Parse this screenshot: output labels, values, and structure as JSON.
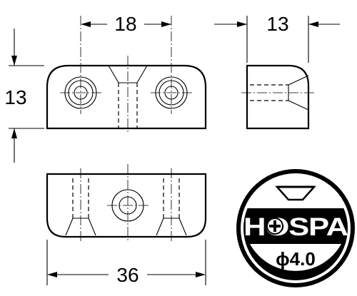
{
  "dimensions": {
    "top_width": "18",
    "side_width": "13",
    "height": "13",
    "overall_length": "36"
  },
  "badge": {
    "brand": "HOSPA",
    "screw_size": "ϕ4.0"
  }
}
